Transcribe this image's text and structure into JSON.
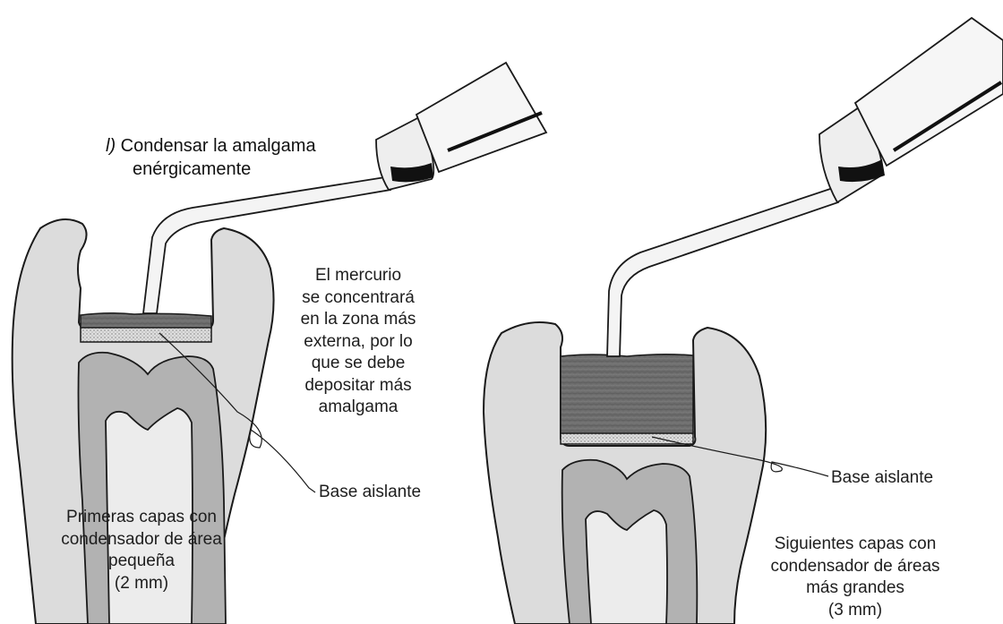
{
  "title": {
    "number": "l)",
    "line1": "Condensar la amalgama",
    "line2": "enérgicamente"
  },
  "mercury_note": [
    "El mercurio",
    "se concentrará",
    "en la zona más",
    "externa, por lo",
    "que se debe",
    "depositar más",
    "amalgama"
  ],
  "base_label_left": "Base aislante",
  "base_label_right": "Base aislante",
  "caption_left": [
    "Primeras capas con",
    "condensador de área",
    "pequeña",
    "(2 mm)"
  ],
  "caption_right": [
    "Siguientes capas con",
    "condensador de áreas",
    "más grandes",
    "(3 mm)"
  ],
  "colors": {
    "tooth_fill": "#dcdcdc",
    "pulp_fill": "#a9a9a9",
    "amalgam_fill": "#6f6f6f",
    "base_fill": "#d6d6d6",
    "outline": "#1a1a1a"
  }
}
